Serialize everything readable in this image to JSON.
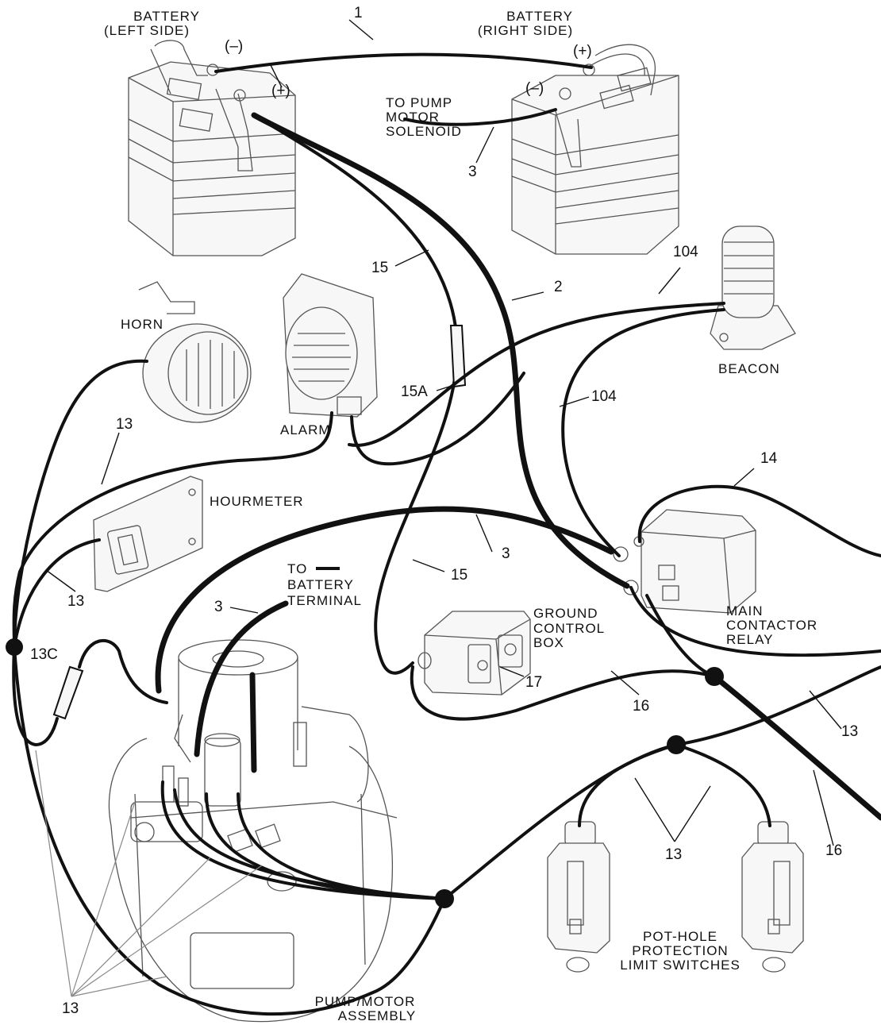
{
  "labels": {
    "battery_left": [
      "BATTERY",
      "(LEFT SIDE)"
    ],
    "battery_right": [
      "BATTERY",
      "(RIGHT SIDE)"
    ],
    "neg_left": "(–)",
    "pos_left": "(+)",
    "pos_right": "(+)",
    "neg_right": "(–)",
    "to_pump_motor": [
      "TO  PUMP",
      "MOTOR",
      "SOLENOID"
    ],
    "horn": "HORN",
    "alarm": "ALARM",
    "beacon": "BEACON",
    "hourmeter": "HOURMETER",
    "to_battery_terminal": [
      "TO",
      "BATTERY",
      "TERMINAL"
    ],
    "ground_control_box": [
      "GROUND",
      "CONTROL",
      "BOX"
    ],
    "main_contactor_relay": [
      "MAIN",
      "CONTACTOR",
      "RELAY"
    ],
    "pot_hole": [
      "POT-HOLE",
      "PROTECTION",
      "LIMIT  SWITCHES"
    ],
    "pump_motor": [
      "PUMP/MOTOR",
      "ASSEMBLY"
    ]
  },
  "callouts": {
    "c1": "1",
    "c2": "2",
    "c3_top": "3",
    "c3_mid": "3",
    "c3_pump": "3",
    "c13_horn": "13",
    "c13_hour": "13",
    "c13c": "13C",
    "c13_right": "13",
    "c13_limit": "13",
    "c13_bottom": "13",
    "c14": "14",
    "c15": "15",
    "c15a": "15A",
    "c15_mid": "15",
    "c16_mid": "16",
    "c16_right": "16",
    "c17": "17",
    "c104_top": "104",
    "c104_mid": "104"
  }
}
